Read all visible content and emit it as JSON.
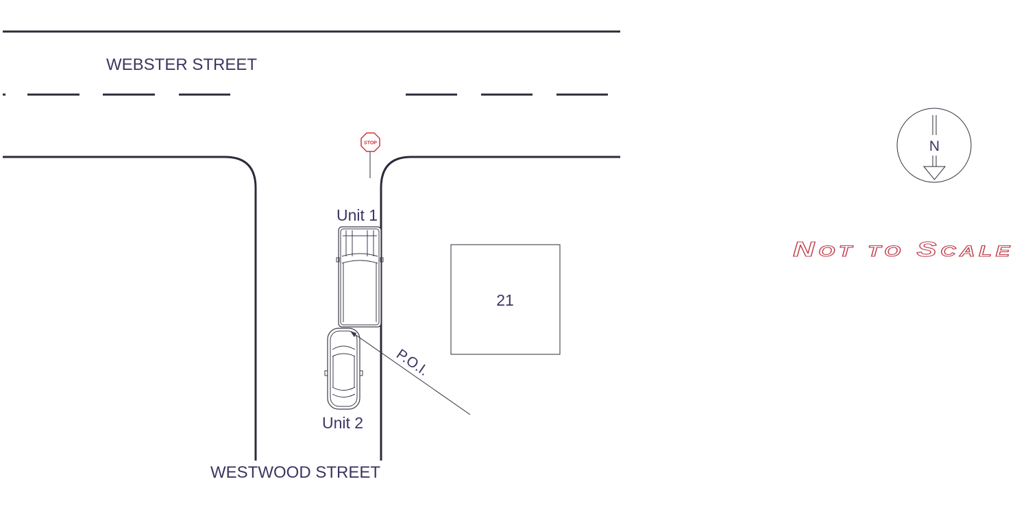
{
  "streets": {
    "top": "WEBSTER STREET",
    "bottom": "WESTWOOD STREET"
  },
  "sign": {
    "text": "STOP",
    "color": "#d2323c"
  },
  "vehicles": {
    "unit1": "Unit 1",
    "unit2": "Unit 2"
  },
  "building": {
    "number": "21"
  },
  "poi": {
    "label": "P.O.I."
  },
  "compass": {
    "letter": "N"
  },
  "scale_note": "Not to Scale",
  "colors": {
    "label_text": "#3d3560",
    "lines": "#2b2b3a",
    "scale_note": "#c0404f"
  }
}
